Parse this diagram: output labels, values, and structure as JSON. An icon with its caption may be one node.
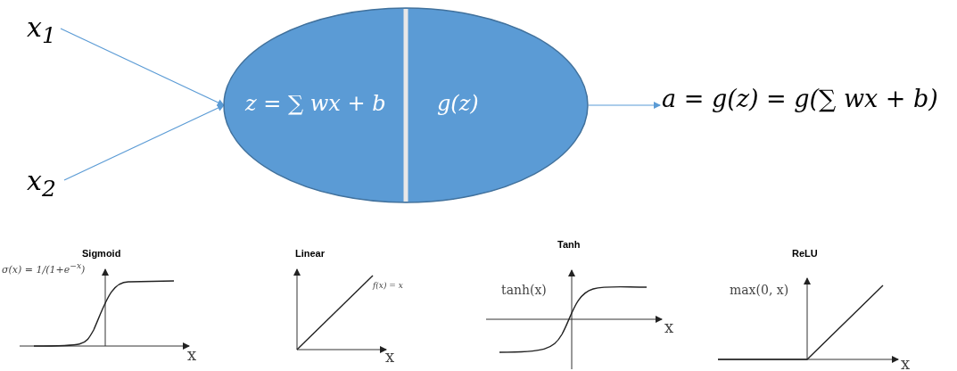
{
  "diagram": {
    "nodes": [
      {
        "text": [
          "x$_{1}$"
        ]
      },
      {
        "text": [
          "x$_{2}$"
        ]
      },
      {
        "text": [
          "z = ∑ wx + b",
          "g(z)"
        ]
      },
      {
        "text": [
          "a = g(z) = g(∑ wx + b)"
        ]
      }
    ],
    "edges": [
      {
        "from": 0,
        "to": 2,
        "arrow": "to"
      },
      {
        "from": 1,
        "to": 2,
        "arrow": "to"
      },
      {
        "from": 2,
        "to": 3,
        "arrow": "to"
      }
    ],
    "labels": [
      "Sigmoid",
      "σ(x) = 1/(1+e$^{−x}$)",
      "x",
      "Linear",
      "f(x) = x",
      "x",
      "Tanh",
      "tanh(x)",
      "x",
      "ReLU",
      "max(0, x)",
      "x"
    ]
  }
}
